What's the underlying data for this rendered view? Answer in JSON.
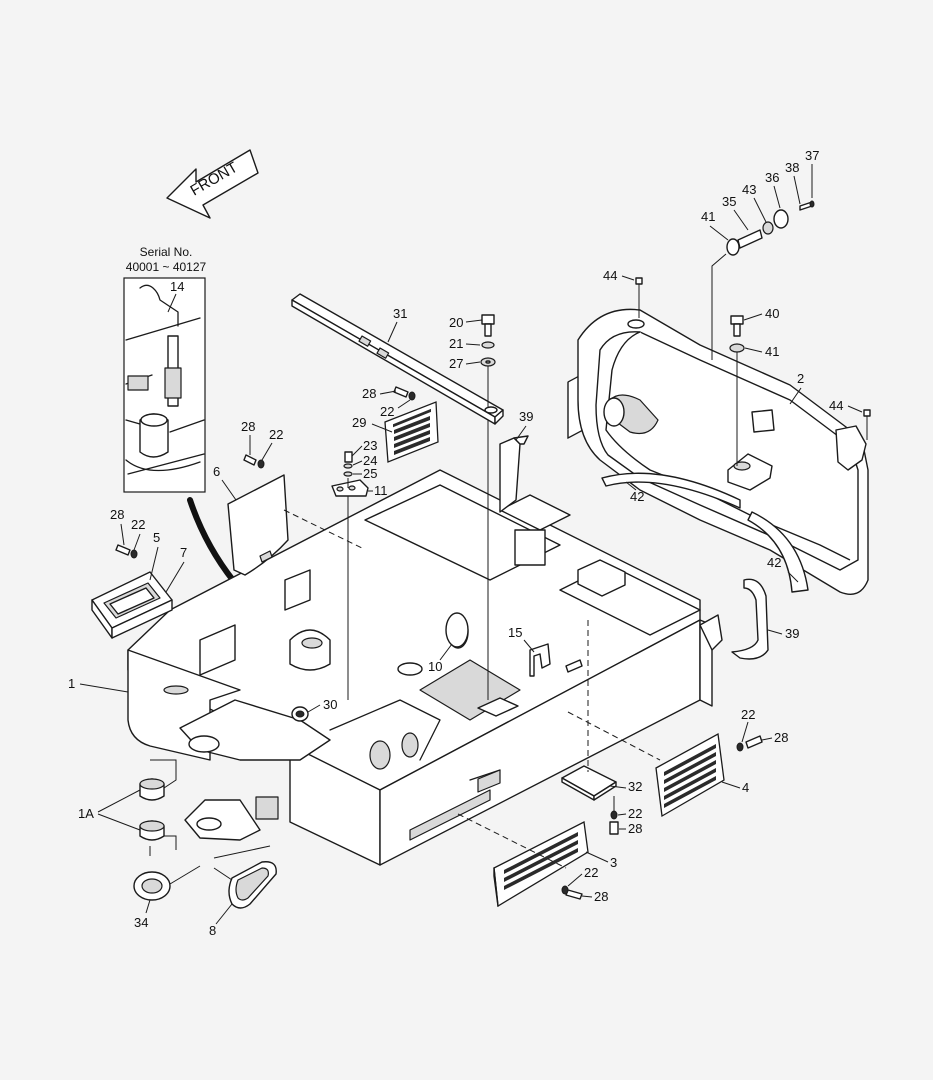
{
  "front_label": "FRONT",
  "serial": {
    "line1": "Serial No.",
    "line2": "40001 ~ 40127"
  },
  "callouts": {
    "c1": "1",
    "c1a": "1A",
    "c2": "2",
    "c3": "3",
    "c4": "4",
    "c5": "5",
    "c6": "6",
    "c7": "7",
    "c8": "8",
    "c10": "10",
    "c11": "11",
    "c14": "14",
    "c15": "15",
    "c20": "20",
    "c21": "21",
    "c22": "22",
    "c23": "23",
    "c24": "24",
    "c25": "25",
    "c27": "27",
    "c28": "28",
    "c29": "29",
    "c30": "30",
    "c31": "31",
    "c32": "32",
    "c34": "34",
    "c35": "35",
    "c36": "36",
    "c37": "37",
    "c38": "38",
    "c39": "39",
    "c40": "40",
    "c41": "41",
    "c42": "42",
    "c43": "43",
    "c44": "44"
  }
}
